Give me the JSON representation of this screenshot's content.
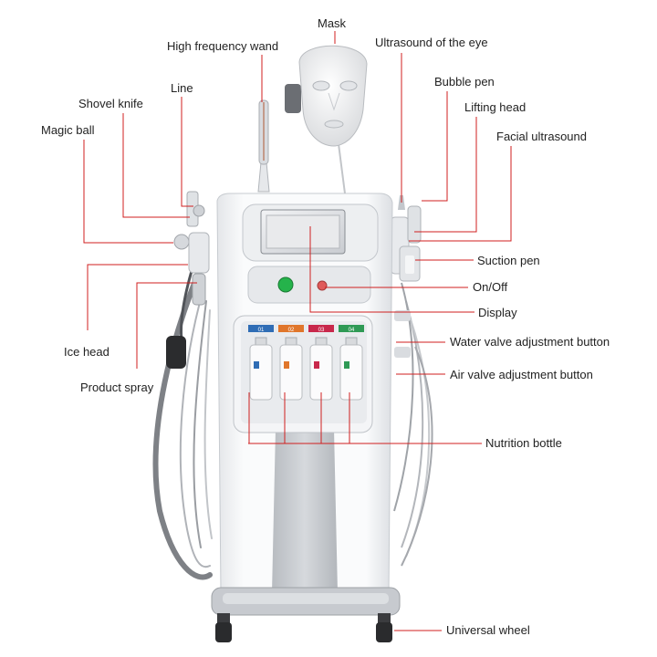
{
  "diagram": {
    "leader_color": "#d01f1f",
    "labels": {
      "mask": "Mask",
      "high_frequency_wand": "High frequency wand",
      "ultrasound_eye": "Ultrasound of the eye",
      "line": "Line",
      "bubble_pen": "Bubble pen",
      "shovel_knife": "Shovel knife",
      "lifting_head": "Lifting head",
      "magic_ball": "Magic ball",
      "facial_ultrasound": "Facial ultrasound",
      "suction_pen": "Suction pen",
      "on_off": "On/Off",
      "display": "Display",
      "ice_head": "Ice head",
      "water_valve": "Water valve adjustment button",
      "air_valve": "Air valve adjustment button",
      "product_spray": "Product spray",
      "nutrition_bottle": "Nutrition bottle",
      "universal_wheel": "Universal wheel"
    },
    "bottles": [
      {
        "tag": "01",
        "color": "#2f6db5"
      },
      {
        "tag": "02",
        "color": "#e0762b"
      },
      {
        "tag": "03",
        "color": "#c8284b"
      },
      {
        "tag": "04",
        "color": "#2f9a55"
      }
    ]
  }
}
